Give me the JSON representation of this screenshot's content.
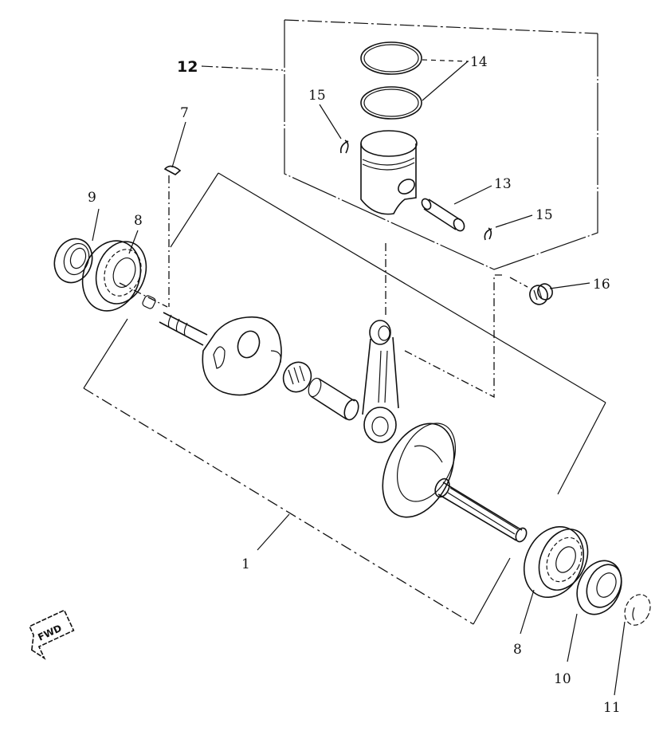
{
  "diagram": {
    "type": "exploded-parts-diagram",
    "subject": "crankshaft and piston assembly",
    "callouts": [
      {
        "id": "c1",
        "label": "1",
        "part": "crankshaft assembly"
      },
      {
        "id": "c7",
        "label": "7",
        "part": "woodruff key"
      },
      {
        "id": "c8a",
        "label": "8",
        "part": "bearing (left)"
      },
      {
        "id": "c8b",
        "label": "8",
        "part": "bearing (right)"
      },
      {
        "id": "c9",
        "label": "9",
        "part": "oil seal"
      },
      {
        "id": "c10",
        "label": "10",
        "part": "oil seal"
      },
      {
        "id": "c11",
        "label": "11",
        "part": "cap"
      },
      {
        "id": "c12",
        "label": "12",
        "part": "piston assembly"
      },
      {
        "id": "c13",
        "label": "13",
        "part": "piston pin"
      },
      {
        "id": "c14",
        "label": "14",
        "part": "piston rings"
      },
      {
        "id": "c15a",
        "label": "15",
        "part": "piston pin clip"
      },
      {
        "id": "c15b",
        "label": "15",
        "part": "piston pin clip"
      },
      {
        "id": "c16",
        "label": "16",
        "part": "needle bearing"
      }
    ],
    "direction_marker": "FWD"
  }
}
